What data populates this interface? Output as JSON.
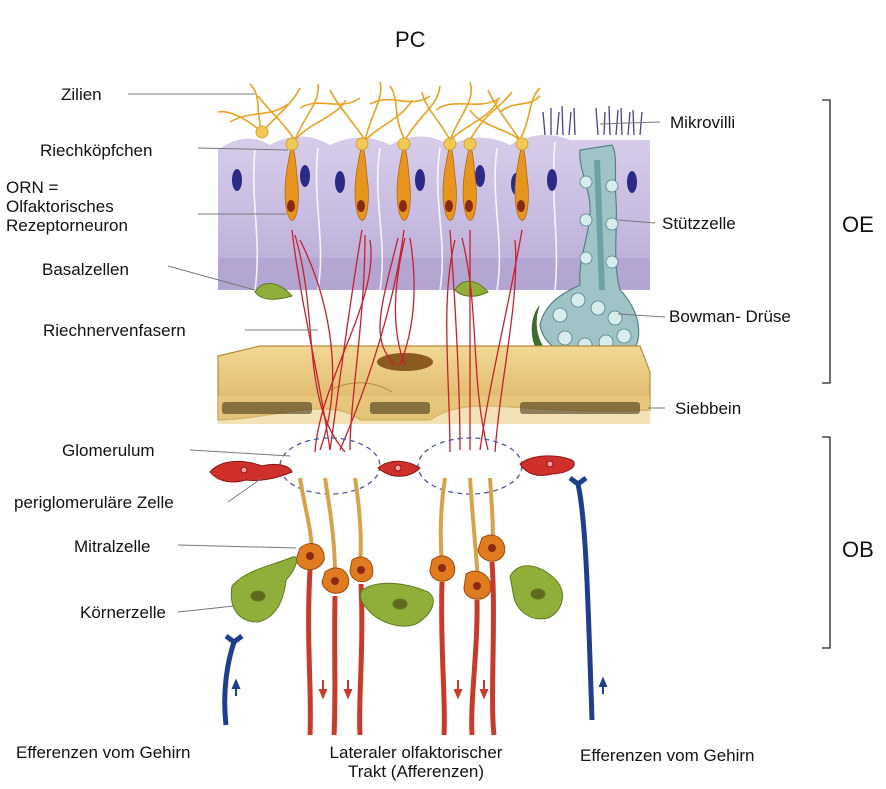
{
  "title": "PC",
  "regions": {
    "oe": "OE",
    "ob": "OB"
  },
  "labels": {
    "zilien": "Zilien",
    "riechkoepfchen": "Riechköpfchen",
    "orn": [
      "ORN =",
      "Olfaktorisches",
      "Rezeptorneuron"
    ],
    "basalzellen": "Basalzellen",
    "riechnervenfasern": "Riechnervenfasern",
    "glomerulum": "Glomerulum",
    "periglomerulaere_zelle": "periglomeruläre Zelle",
    "mitralzelle": "Mitralzelle",
    "koernerzelle": "Körnerzelle",
    "mikrovilli": "Mikrovilli",
    "stuetzzelle": "Stützzelle",
    "bowman_druese": "Bowman- Drüse",
    "siebbein": "Siebbein"
  },
  "bottom_labels": {
    "efferenzen_left": "Efferenzen vom Gehirn",
    "lateraler": [
      "Lateraler olfaktorischer",
      "Trakt (Afferenzen)"
    ],
    "efferenzen_right": "Efferenzen vom Gehirn"
  },
  "colors": {
    "cilia": "#e8a21f",
    "support_cell": "#c9bfe0",
    "nucleus": "#2b2a86",
    "receptor_neuron": "#e8951d",
    "nerve_fiber": "#c81f2e",
    "bone": "#e8c77a",
    "bowman_gland": "#9fc3c6",
    "mitral_cell": "#e07b20",
    "granule_cell": "#8fae3a",
    "periglomerular_cell": "#d0302c",
    "efferent_axon": "#1f3f8c"
  }
}
